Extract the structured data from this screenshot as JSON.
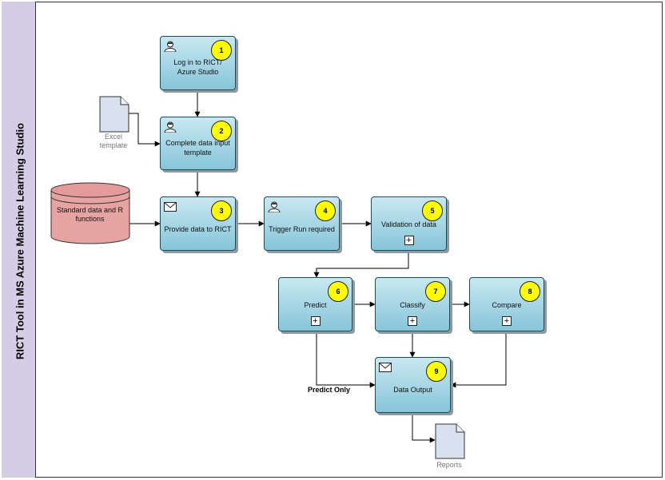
{
  "pool": {
    "title": "RICT Tool in MS Azure Machine Learning Studio"
  },
  "tasks": [
    {
      "num": "1",
      "label": "Log in to RICT/ Azure Studio",
      "icon": "user-icon"
    },
    {
      "num": "2",
      "label": "Complete data input template",
      "icon": "user-icon"
    },
    {
      "num": "3",
      "label": "Provide data to RICT",
      "icon": "envelope-icon"
    },
    {
      "num": "4",
      "label": "Trigger Run required",
      "icon": "user-icon"
    },
    {
      "num": "5",
      "label": "Validation of data",
      "icon": "subprocess-plus-icon"
    },
    {
      "num": "6",
      "label": "Predict",
      "icon": "subprocess-plus-icon"
    },
    {
      "num": "7",
      "label": "Classify",
      "icon": "subprocess-plus-icon"
    },
    {
      "num": "8",
      "label": "Compare",
      "icon": "subprocess-plus-icon"
    },
    {
      "num": "9",
      "label": "Data Output",
      "icon": "envelope-icon"
    }
  ],
  "artifacts": {
    "excel_template": "Excel template",
    "reports": "Reports",
    "datastore": "Standard data and R functions"
  },
  "flow_labels": {
    "predict_only": "Predict Only"
  },
  "colors": {
    "task_top": "#c9e8f1",
    "task_bottom": "#86c5d9",
    "badge": "#ffff00",
    "lane": "#d4cde4",
    "datastore": "#e59a9a"
  }
}
